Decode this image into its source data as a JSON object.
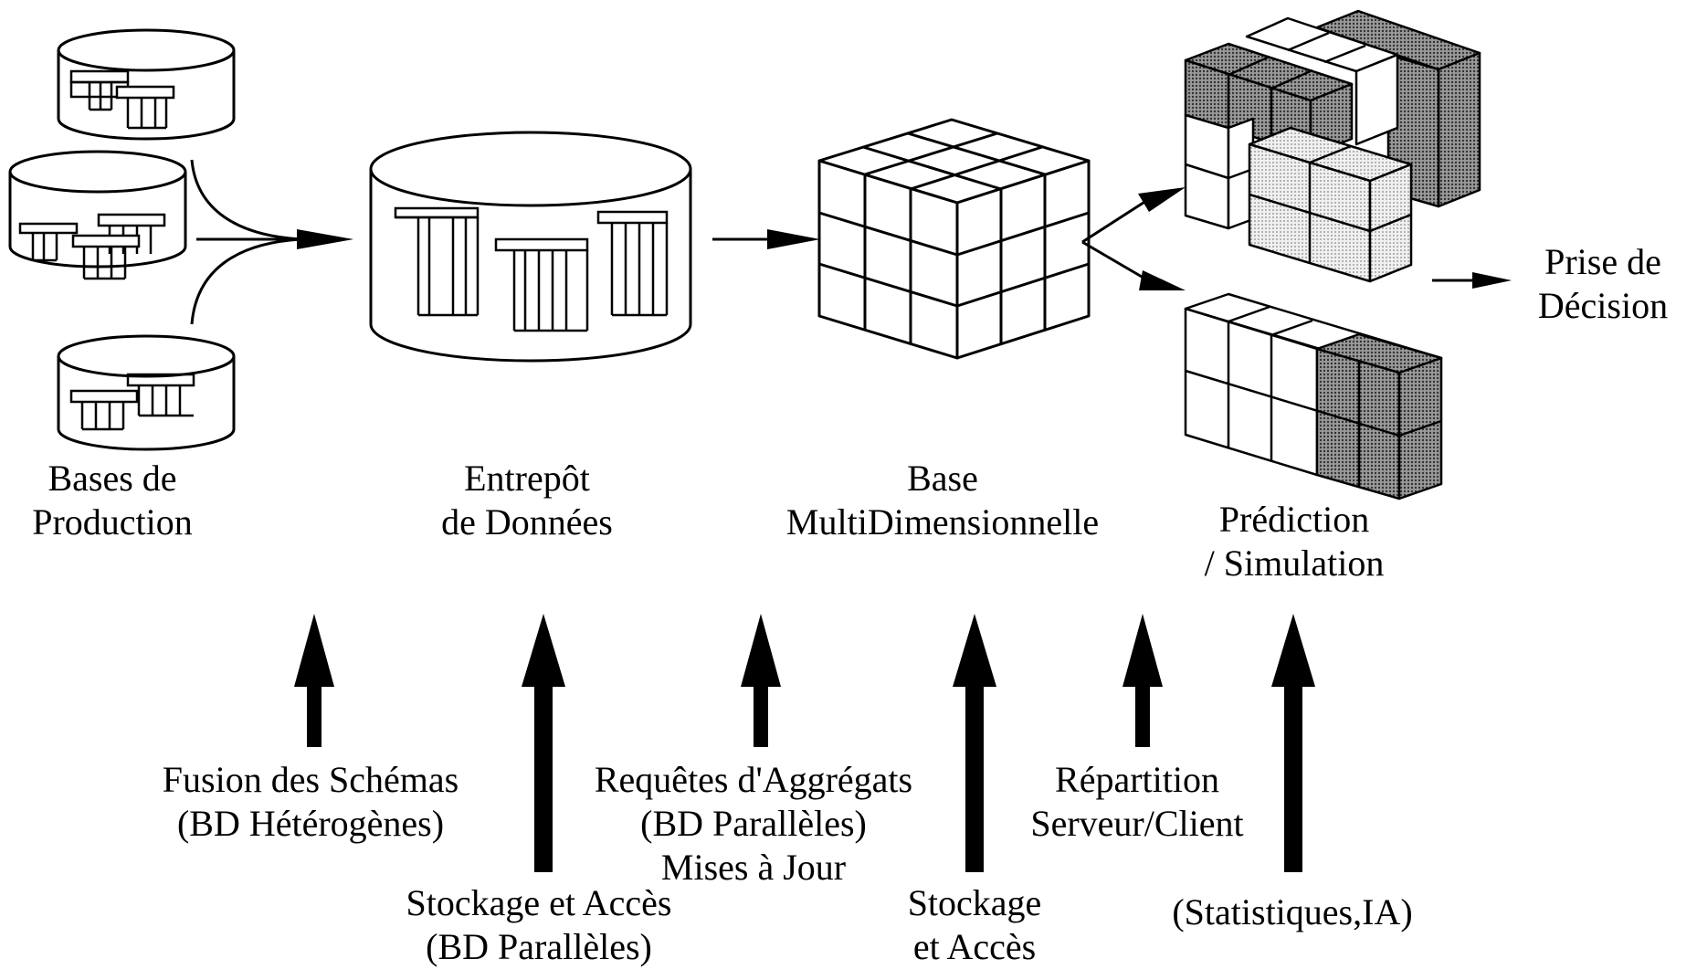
{
  "stages": {
    "production": {
      "line1": "Bases de",
      "line2": "Production"
    },
    "warehouse": {
      "line1": "Entrepôt",
      "line2": "de Données"
    },
    "multidim": {
      "line1": "Base",
      "line2": "MultiDimensionnelle"
    },
    "prediction": {
      "line1": "Prédiction",
      "line2": "/ Simulation"
    },
    "decision": {
      "line1": "Prise de",
      "line2": "Décision"
    }
  },
  "techniques": {
    "fusion": {
      "line1": "Fusion des Schémas",
      "line2": "(BD Hétérogènes)"
    },
    "storage1": {
      "line1": "Stockage et Accès",
      "line2": "(BD Parallèles)"
    },
    "aggregates": {
      "line1": "Requêtes d'Aggrégats",
      "line2": "(BD Parallèles)",
      "line3": "Mises à Jour"
    },
    "storage2": {
      "line1": "Stockage",
      "line2": "et Accès"
    },
    "distribution": {
      "line1": "Répartition",
      "line2": "Serveur/Client"
    },
    "stats": {
      "line1": "(Statistiques,IA)"
    }
  },
  "colors": {
    "line": "#000000",
    "dotted_fill": "#e6e6e6",
    "dark_fill": "#8a8a8a"
  }
}
